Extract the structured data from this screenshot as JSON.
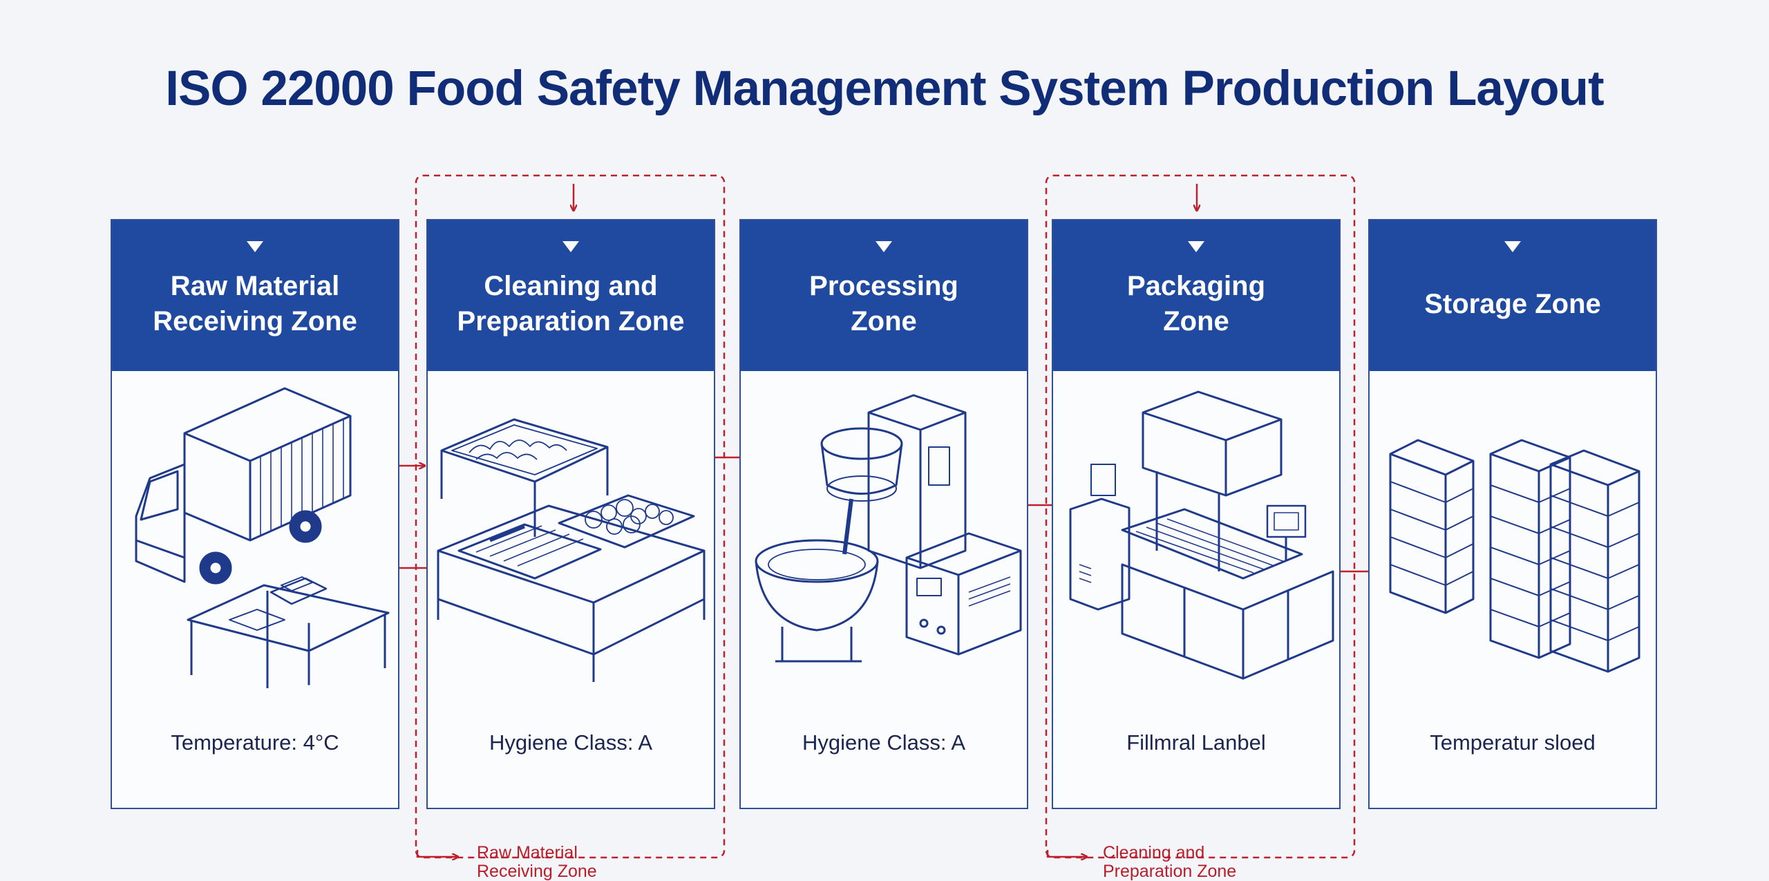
{
  "title": "ISO 22000 Food Safety Management System Production Layout",
  "zones": [
    {
      "name": "Raw Material\nReceiving Zone",
      "note": "Temperature: 4°C",
      "icon": "truck-icon"
    },
    {
      "name": "Cleaning and\nPreparation Zone",
      "note": "Hygiene Class: A",
      "icon": "prep-table-icon"
    },
    {
      "name": "Processing\nZone",
      "note": "Hygiene Class: A",
      "icon": "mixer-machine-icon"
    },
    {
      "name": "Packaging\nZone",
      "note": "Fillmral Lanbel",
      "icon": "packaging-machine-icon"
    },
    {
      "name": "Storage Zone",
      "note": "Temperatur sloed",
      "icon": "storage-rack-icon"
    }
  ],
  "bottom_labels": [
    {
      "text": "Raw Material\nReceiving Zone"
    },
    {
      "text": "Cleaning and\nPreparation Zone"
    }
  ],
  "colors": {
    "title": "#122d78",
    "header": "#1f4aa0",
    "outline": "#2f4f98",
    "flow_arrow": "#c0202c"
  }
}
